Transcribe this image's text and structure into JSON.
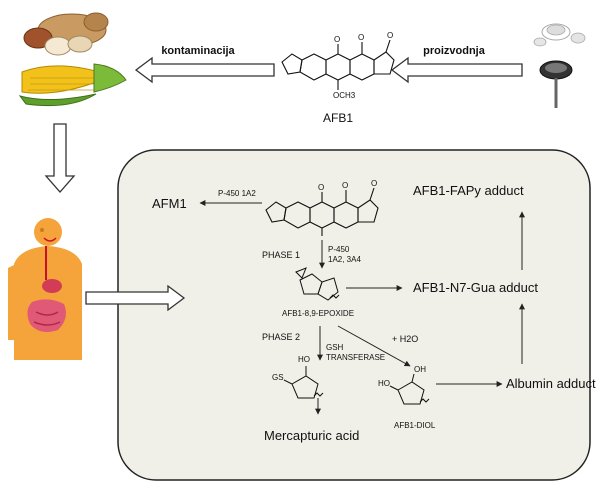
{
  "top": {
    "left_arrow_label": "kontaminacija",
    "right_arrow_label": "proizvodnja",
    "toxin_name": "AFB1",
    "methoxy_label": "OCH3"
  },
  "panel": {
    "afm1": "AFM1",
    "p450_top": "P-450  1A2",
    "phase1": "PHASE 1",
    "p450_mid_1": "P-450",
    "p450_mid_2": "1A2, 3A4",
    "epoxide": "AFB1-8,9-EPOXIDE",
    "phase2": "PHASE 2",
    "gst_1": "GSH",
    "gst_2": "TRANSFERASE",
    "h2o": "+ H2O",
    "ho_1": "HO",
    "gs": "GS",
    "oh": "OH",
    "ho_2": "HO",
    "diol": "AFB1-DIOL",
    "mercapturic": "Mercapturic acid",
    "fapy": "AFB1-FAPy adduct",
    "n7gua": "AFB1-N7-Gua adduct",
    "albumin": "Albumin adduct"
  },
  "colors": {
    "panel_fill": "#f0f0e8",
    "arrow_fill": "#ffffff",
    "arrow_stroke": "#333333",
    "body_orange": "#f4a43a",
    "corn_yellow": "#f2c21a",
    "peanut_tan": "#c99a62"
  }
}
